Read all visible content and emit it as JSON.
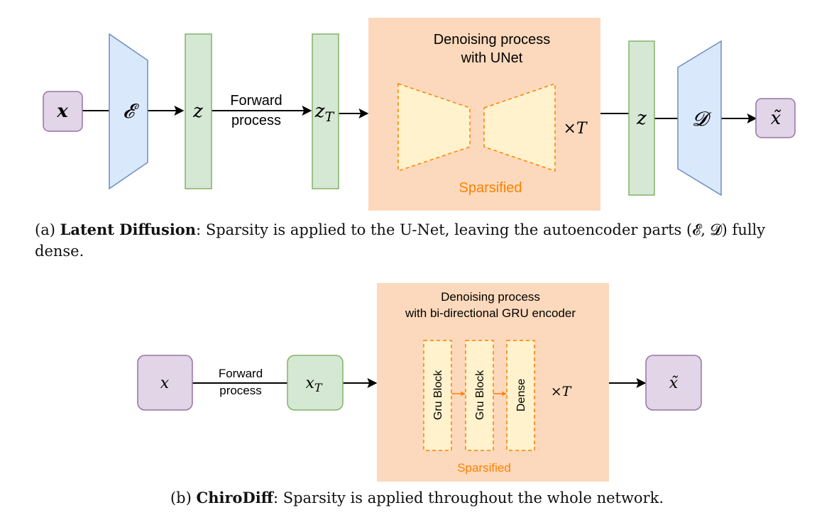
{
  "colors": {
    "purple_fill": "#e1d5e7",
    "purple_stroke": "#9673a6",
    "blue_fill": "#dae8fc",
    "blue_stroke": "#6c8ebf",
    "green_fill": "#d5e8d4",
    "green_stroke": "#82b366",
    "orange_bg": "#fcd9bc",
    "yellow_fill": "#fff2cc",
    "orange_accent": "#ff8000",
    "arrow": "#000000"
  },
  "panel_a": {
    "input_label": "x",
    "encoder_label": "𝓔",
    "latent_label": "z",
    "forward_label_line1": "Forward",
    "forward_label_line2": "process",
    "noisy_label_base": "z",
    "noisy_label_sub": "T",
    "denoise_title_line1": "Denoising process",
    "denoise_title_line2": "with UNet",
    "sparsified_label": "Sparsified",
    "repeat_label": "×T",
    "latent_out_label": "z",
    "decoder_label": "𝓓",
    "output_label": "x̃"
  },
  "panel_b": {
    "input_label": "x",
    "forward_label_line1": "Forward",
    "forward_label_line2": "process",
    "noisy_label_base": "x",
    "noisy_label_sub": "T",
    "denoise_title_line1": "Denoising process",
    "denoise_title_line2": "with bi-directional GRU encoder",
    "blocks": [
      "Gru Block",
      "Gru Block",
      "Dense"
    ],
    "sparsified_label": "Sparsified",
    "repeat_label": "×T",
    "output_label": "x̃"
  },
  "caption_a": {
    "prefix": "(a) ",
    "bold": "Latent Diffusion",
    "line1_rest": ": Sparsity is applied to the U-Net, leaving the autoencoder parts (𝓔, 𝓓) fully",
    "line2": "dense."
  },
  "caption_b": {
    "prefix": "(b) ",
    "bold": "ChiroDiff",
    "rest": ": Sparsity is applied throughout the whole network."
  }
}
